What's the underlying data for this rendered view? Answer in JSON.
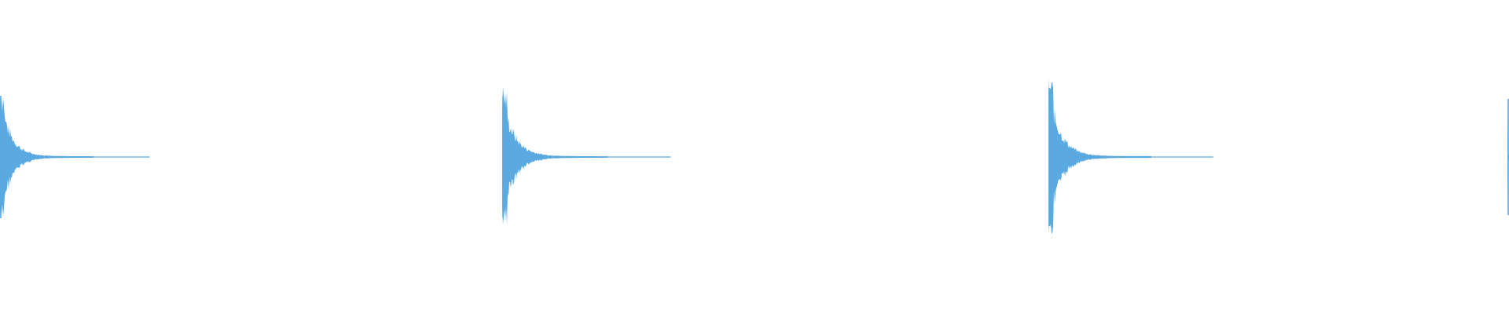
{
  "waveform": {
    "color": "#5aa9e0",
    "background": "#ffffff",
    "hits": [
      {
        "onset_fraction": 0.0,
        "peak_amplitude": 0.78,
        "decay_span_fraction": 0.062
      },
      {
        "onset_fraction": 0.333,
        "peak_amplitude": 0.77,
        "decay_span_fraction": 0.07
      },
      {
        "onset_fraction": 0.695,
        "peak_amplitude": 0.88,
        "decay_span_fraction": 0.068
      },
      {
        "onset_fraction": 0.999,
        "peak_amplitude": 0.74,
        "decay_span_fraction": 0.002
      }
    ]
  }
}
